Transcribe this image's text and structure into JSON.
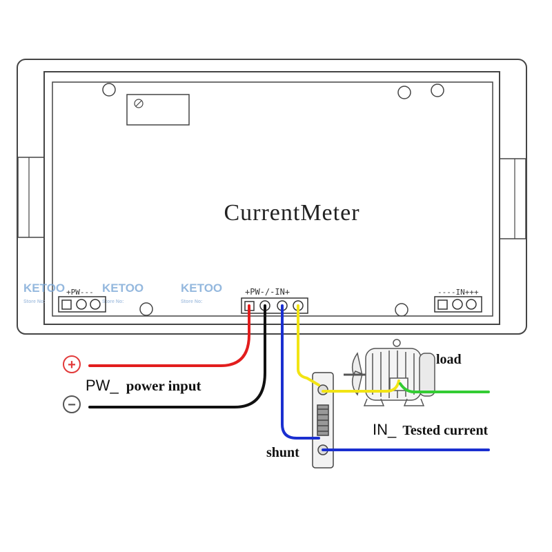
{
  "device": {
    "title": "CurrentMeter",
    "terminal_main_label": "+PW-/-IN+",
    "terminal_left_label": "+PW---",
    "terminal_right_label": "----IN+++"
  },
  "watermarks": [
    {
      "brand": "KETOO",
      "sub": "Store No:"
    },
    {
      "brand": "KETOO",
      "sub": "Store No:"
    },
    {
      "brand": "KETOO",
      "sub": "Store No:"
    }
  ],
  "symbols": {
    "plus": "+",
    "minus": "−"
  },
  "labels": {
    "power_prefix": "PW_",
    "power_text": "power input",
    "load": "load",
    "tested_prefix": "IN_",
    "tested_text": "Tested current",
    "shunt": "shunt"
  },
  "colors": {
    "positive_wire": "#e21d1d",
    "negative_wire": "#111111",
    "in_minus_wire": "#1a2fd0",
    "in_plus_wire": "#f2e414",
    "load_wire": "#33cc33",
    "outline": "#333333",
    "watermark": "#7aa7d6"
  }
}
